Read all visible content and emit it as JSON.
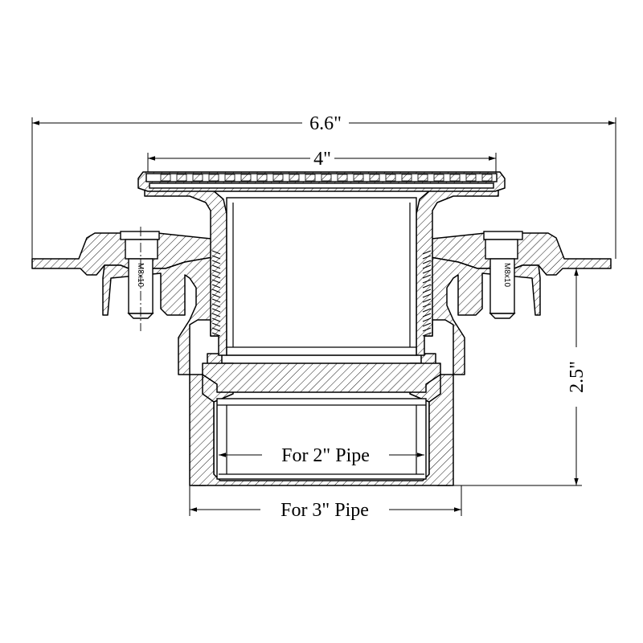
{
  "dimensions": {
    "overall_width": "6.6\"",
    "grate_width": "4\"",
    "height": "2.5\""
  },
  "pipe_labels": {
    "inner": "For 2\" Pipe",
    "outer": "For 3\" Pipe"
  },
  "bolts": {
    "left": "M8x10",
    "right": "M8x10"
  }
}
